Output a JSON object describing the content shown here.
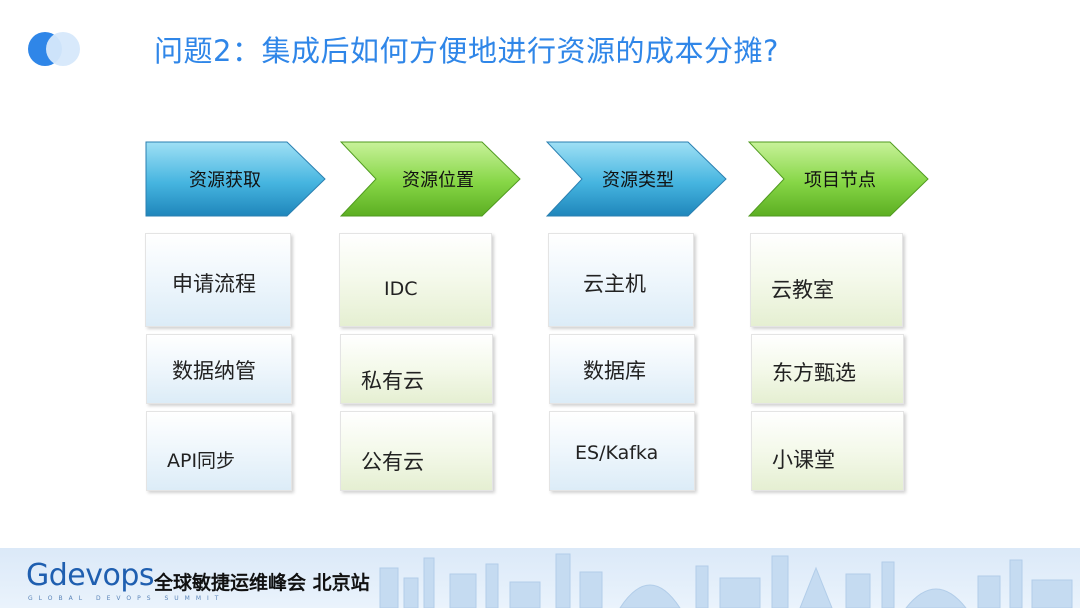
{
  "title": "问题2：集成后如何方便地进行资源的成本分摊?",
  "colors": {
    "accent": "#2f86e8",
    "chevron_blue": "#3aaed8",
    "chevron_green": "#7ccf3a"
  },
  "columns": [
    {
      "header": "资源获取",
      "style": "blue",
      "items": [
        "申请流程",
        "数据纳管",
        "API同步"
      ]
    },
    {
      "header": "资源位置",
      "style": "green",
      "items": [
        "IDC",
        "私有云",
        "公有云"
      ]
    },
    {
      "header": "资源类型",
      "style": "blue",
      "items": [
        "云主机",
        "数据库",
        "ES/Kafka"
      ]
    },
    {
      "header": "项目节点",
      "style": "green",
      "items": [
        "云教室",
        "东方甄选",
        "小课堂"
      ]
    }
  ],
  "footer": {
    "brand": "Gdevops",
    "event": "全球敏捷运维峰会 北京站",
    "tagline": "GLOBAL DEVOPS SUMMIT"
  }
}
